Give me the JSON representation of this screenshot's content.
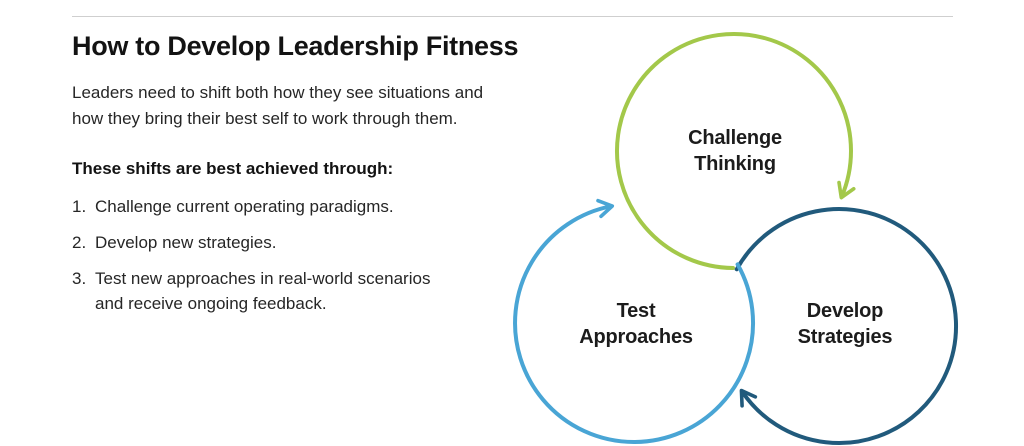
{
  "header": {
    "title": "How to Develop Leadership Fitness"
  },
  "intro": {
    "text": "Leaders need to shift both how they see situations and\nhow they bring their best self to work through them."
  },
  "subhead": "These shifts are best achieved through:",
  "list": {
    "items": [
      {
        "number": "1.",
        "text": "Challenge current operating paradigms."
      },
      {
        "number": "2.",
        "text": "Develop new strategies."
      },
      {
        "number": "3.",
        "text": "Test new approaches in real-world scenarios\nand receive ongoing feedback."
      }
    ]
  },
  "diagram": {
    "type": "cycle-of-three-circles",
    "direction": "clockwise",
    "nodes": [
      {
        "id": "challenge-thinking",
        "label": "Challenge\nThinking",
        "color": "#a3c84a"
      },
      {
        "id": "develop-strategies",
        "label": "Develop\nStrategies",
        "color": "#215a7c"
      },
      {
        "id": "test-approaches",
        "label": "Test\nApproaches",
        "color": "#49a5d5"
      }
    ],
    "edges": [
      {
        "from": "challenge-thinking",
        "to": "develop-strategies"
      },
      {
        "from": "develop-strategies",
        "to": "test-approaches"
      },
      {
        "from": "test-approaches",
        "to": "challenge-thinking"
      }
    ]
  }
}
